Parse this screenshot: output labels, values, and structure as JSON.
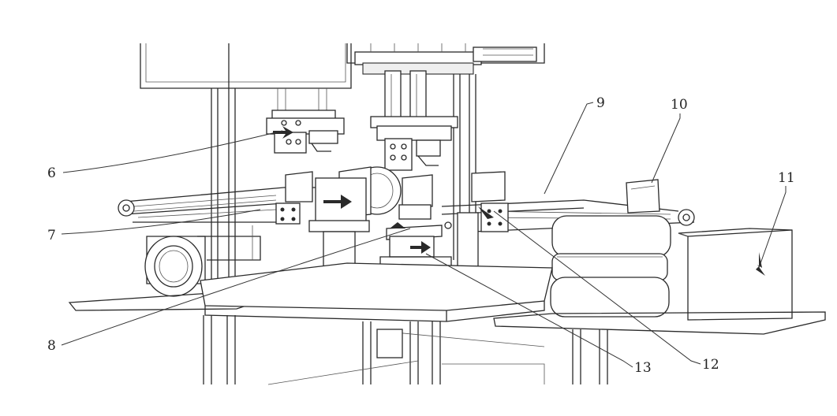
{
  "callouts": [
    {
      "id": "6",
      "label": "6"
    },
    {
      "id": "7",
      "label": "7"
    },
    {
      "id": "8",
      "label": "8"
    },
    {
      "id": "9",
      "label": "9"
    },
    {
      "id": "10",
      "label": "10"
    },
    {
      "id": "11",
      "label": "11"
    },
    {
      "id": "12",
      "label": "12"
    },
    {
      "id": "13",
      "label": "13"
    }
  ]
}
